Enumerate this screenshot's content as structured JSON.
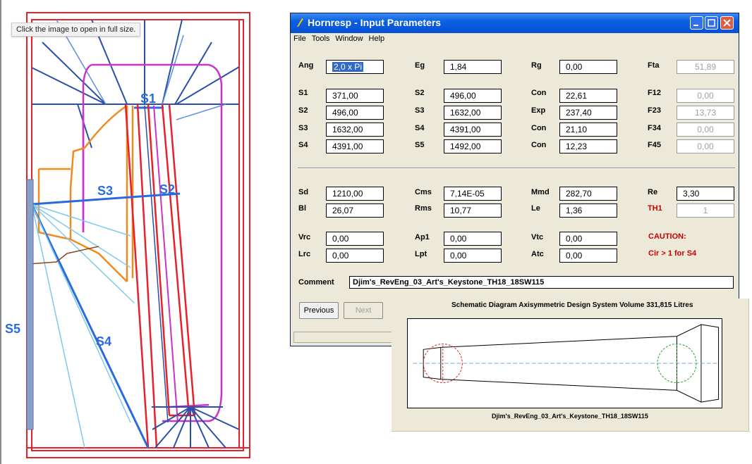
{
  "tooltip": "Click the image to open in full size.",
  "drawing_labels": {
    "s1": "S1",
    "s2": "S2",
    "s3": "S3",
    "s4": "S4",
    "s5": "S5"
  },
  "window": {
    "title": "Hornresp - Input Parameters",
    "menu": [
      "File",
      "Tools",
      "Window",
      "Help"
    ],
    "row0": {
      "ang_label": "Ang",
      "ang_value": "2,0 x Pi",
      "eg_label": "Eg",
      "eg_value": "1,84",
      "rg_label": "Rg",
      "rg_value": "0,00",
      "fta_label": "Fta",
      "fta_value": "51,89"
    },
    "segments": [
      {
        "a_label": "S1",
        "a_value": "371,00",
        "b_label": "S2",
        "b_value": "496,00",
        "c_label": "Con",
        "c_value": "22,61",
        "d_label": "F12",
        "d_value": "0,00"
      },
      {
        "a_label": "S2",
        "a_value": "496,00",
        "b_label": "S3",
        "b_value": "1632,00",
        "c_label": "Exp",
        "c_value": "237,40",
        "d_label": "F23",
        "d_value": "13,73"
      },
      {
        "a_label": "S3",
        "a_value": "1632,00",
        "b_label": "S4",
        "b_value": "4391,00",
        "c_label": "Con",
        "c_value": "21,10",
        "d_label": "F34",
        "d_value": "0,00"
      },
      {
        "a_label": "S4",
        "a_value": "4391,00",
        "b_label": "S5",
        "b_value": "1492,00",
        "c_label": "Con",
        "c_value": "12,23",
        "d_label": "F45",
        "d_value": "0,00"
      }
    ],
    "driver": [
      {
        "a_label": "Sd",
        "a_value": "1210,00",
        "b_label": "Cms",
        "b_value": "7,14E-05",
        "c_label": "Mmd",
        "c_value": "282,70",
        "d_label": "Re",
        "d_value": "3,30"
      },
      {
        "a_label": "Bl",
        "a_value": "26,07",
        "b_label": "Rms",
        "b_value": "10,77",
        "c_label": "Le",
        "c_value": "1,36",
        "d_label": "TH1",
        "d_value": "1"
      }
    ],
    "chamber": [
      {
        "a_label": "Vrc",
        "a_value": "0,00",
        "b_label": "Ap1",
        "b_value": "0,00",
        "c_label": "Vtc",
        "c_value": "0,00"
      },
      {
        "a_label": "Lrc",
        "a_value": "0,00",
        "b_label": "Lpt",
        "b_value": "0,00",
        "c_label": "Atc",
        "c_value": "0,00"
      }
    ],
    "caution_title": "CAUTION:",
    "caution_text": "Cir > 1 for S4",
    "comment_label": "Comment",
    "comment_value": "Djim's_RevEng_03_Art's_Keystone_TH18_18SW115",
    "previous_label": "Previous",
    "next_label": "Next"
  },
  "schematic": {
    "title": "Schematic Diagram   Axisymmetric Design   System Volume 331,815 Litres",
    "caption": "Djim's_RevEng_03_Art's_Keystone_TH18_18SW115"
  }
}
